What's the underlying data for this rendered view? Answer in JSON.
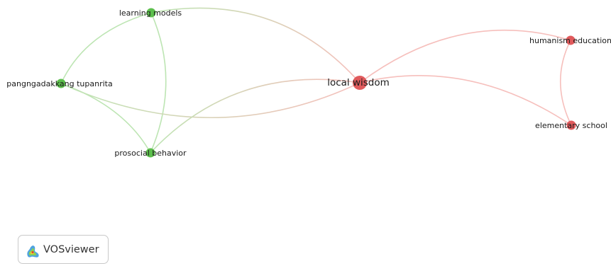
{
  "colors": {
    "cluster_green": "#5cbf4c",
    "cluster_red": "#e05a5c",
    "edge_green": "#bde5b3",
    "edge_red": "#f6bfbc",
    "edge_mixed": "#dfd1b5"
  },
  "network": {
    "nodes": [
      {
        "id": "learning-models",
        "label": "learning models",
        "cluster": "green",
        "weight": 1
      },
      {
        "id": "pangngadakkang-tupanrita",
        "label": "pangngadakkang tupanrita",
        "cluster": "green",
        "weight": 1
      },
      {
        "id": "prosocial-behavior",
        "label": "prosocial behavior",
        "cluster": "green",
        "weight": 1
      },
      {
        "id": "local-wisdom",
        "label": "local wisdom",
        "cluster": "red",
        "weight": 2
      },
      {
        "id": "humanism-education",
        "label": "humanism education",
        "cluster": "red",
        "weight": 1
      },
      {
        "id": "elementary-school",
        "label": "elementary school",
        "cluster": "red",
        "weight": 1
      }
    ],
    "links": [
      {
        "source": "learning-models",
        "target": "pangngadakkang-tupanrita"
      },
      {
        "source": "learning-models",
        "target": "prosocial-behavior"
      },
      {
        "source": "learning-models",
        "target": "local-wisdom"
      },
      {
        "source": "pangngadakkang-tupanrita",
        "target": "prosocial-behavior"
      },
      {
        "source": "pangngadakkang-tupanrita",
        "target": "local-wisdom"
      },
      {
        "source": "prosocial-behavior",
        "target": "local-wisdom"
      },
      {
        "source": "local-wisdom",
        "target": "humanism-education"
      },
      {
        "source": "local-wisdom",
        "target": "elementary-school"
      },
      {
        "source": "humanism-education",
        "target": "elementary-school"
      }
    ]
  },
  "logo": {
    "text": "VOSviewer",
    "icon": "vosviewer-logo-icon"
  }
}
